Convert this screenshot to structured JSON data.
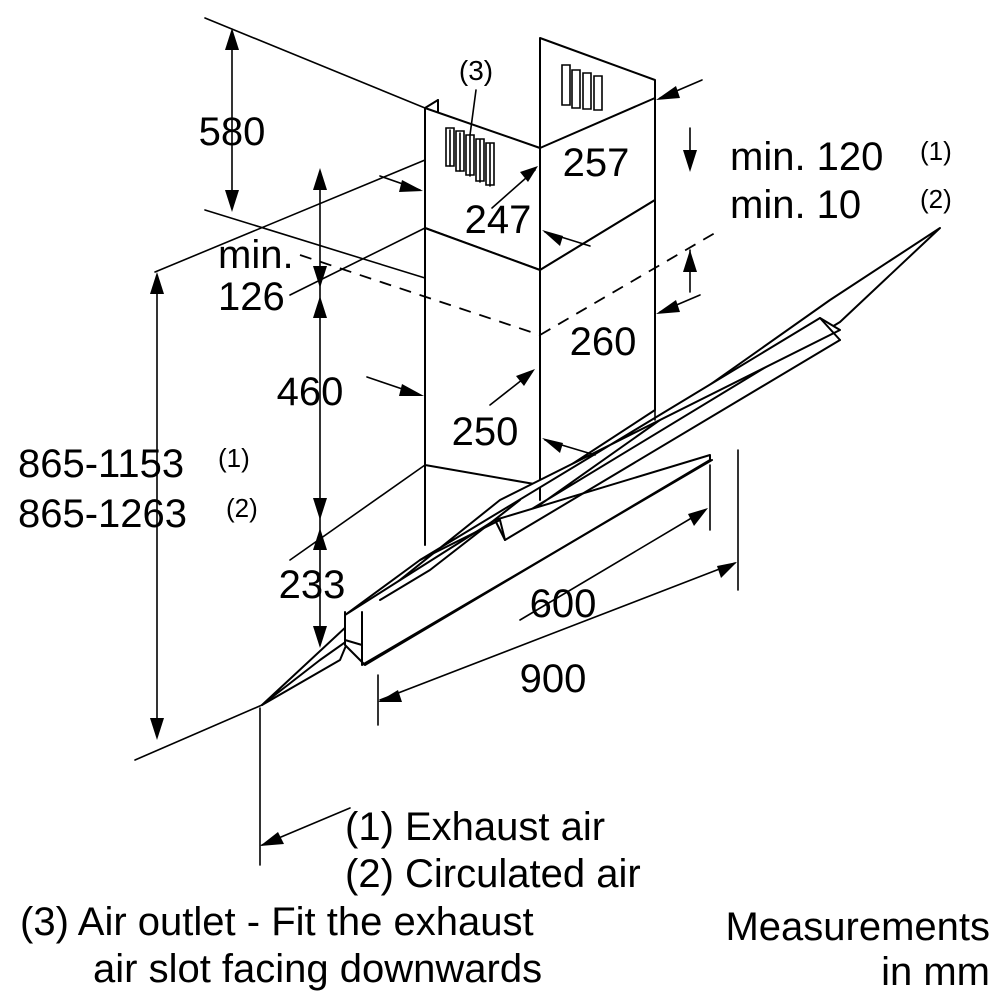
{
  "dimensions": {
    "d580": "580",
    "d3": "(3)",
    "d257": "257",
    "d247": "247",
    "min120": "min. 120",
    "min120_note": "(1)",
    "min10": "min. 10",
    "min10_note": "(2)",
    "min_label": "min.",
    "d126": "126",
    "d260": "260",
    "d460": "460",
    "d250": "250",
    "height1": "865-1153",
    "height1_note": "(1)",
    "height2": "865-1263",
    "height2_note": "(2)",
    "d233": "233",
    "d600": "600",
    "d900": "900"
  },
  "legend": {
    "line1": "(1) Exhaust air",
    "line2": "(2) Circulated air",
    "line3": "(3) Air outlet - Fit the exhaust",
    "line4": "air slot facing downwards"
  },
  "units": {
    "line1": "Measurements",
    "line2": "in mm"
  }
}
